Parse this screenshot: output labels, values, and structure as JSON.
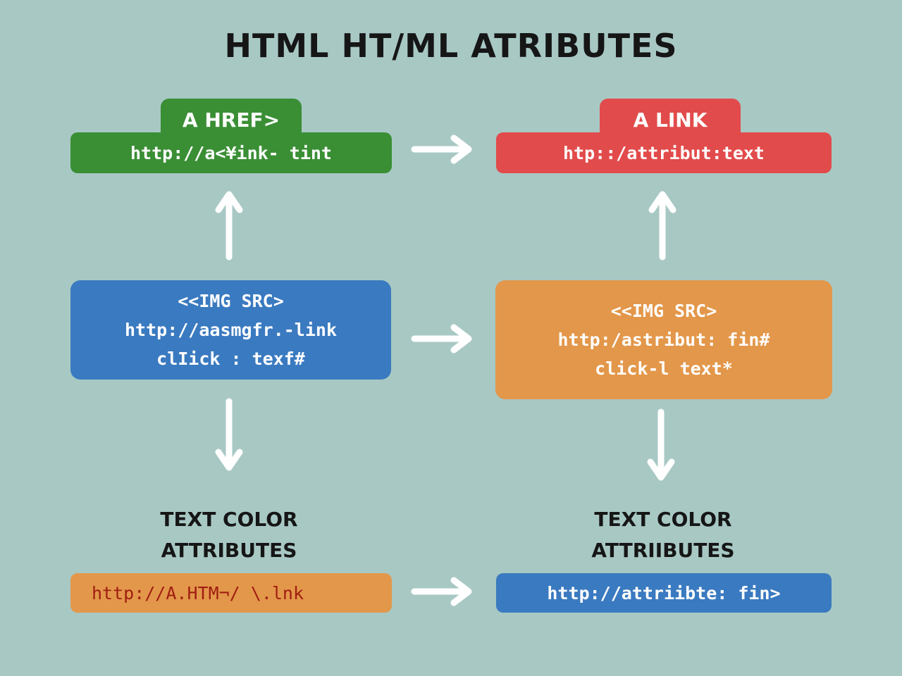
{
  "title": "HTML  HT/ML  ATRIBUTES",
  "colors": {
    "background": "#a8c8c4",
    "green": "#3a8f35",
    "red": "#e24b4b",
    "blue": "#3a7ac0",
    "orange": "#e3974a",
    "arrow": "#ffffff"
  },
  "top_left": {
    "tab": "A HREF>",
    "url": "http://a<¥ink- tint"
  },
  "top_right": {
    "tab": "A LINK",
    "url": "htp::/attribut:text"
  },
  "mid_left": {
    "line1": "<<IMG SRC>",
    "line2": "http://aasmgfr.-link",
    "line3": "clІick : texf#"
  },
  "mid_right": {
    "line1": "<<IMG SRC>",
    "line2": "http:/astribut: fin#",
    "line3": "click-l text*"
  },
  "bottom_left": {
    "caption1": "TEXT COLOR",
    "caption2": "ATTRIBUTES",
    "url": "http://A.HTM¬/ \\.lnk"
  },
  "bottom_right": {
    "caption1": "TEXT COLOR",
    "caption2": "ATTRIIBUTES",
    "url": "http://attriibte: fin>"
  }
}
